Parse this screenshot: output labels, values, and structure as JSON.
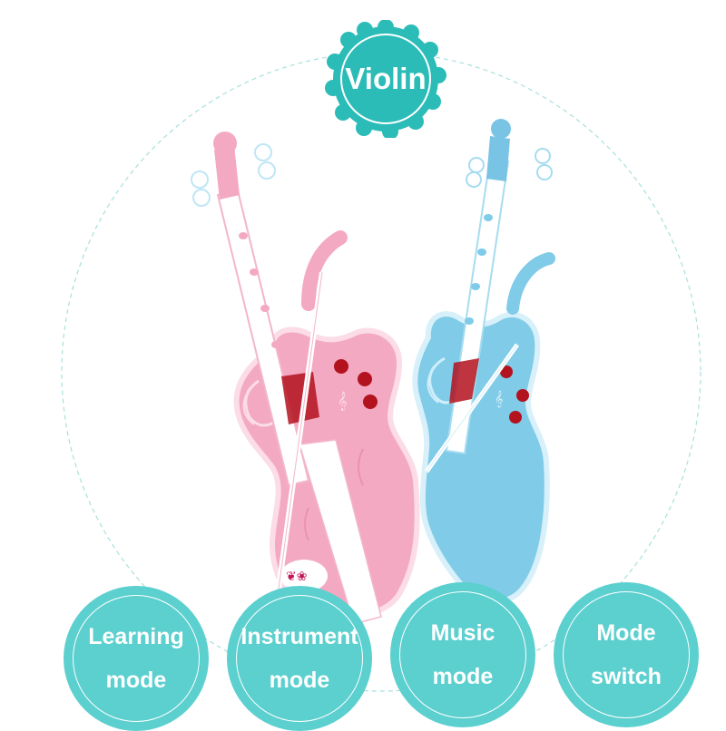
{
  "title_badge": {
    "label": "Violin",
    "color": "#2bbcb8"
  },
  "features": [
    {
      "line1": "Learning",
      "line2": "mode"
    },
    {
      "line1": "Instrument",
      "line2": "mode"
    },
    {
      "line1": "Music",
      "line2": "mode"
    },
    {
      "line1": "Mode",
      "line2": "switch"
    }
  ],
  "colors": {
    "feature_badge": "#5ccfcf",
    "dashed_outline": "#a8e0dd",
    "pink_violin": "#f4a9c3",
    "blue_violin": "#7fcbe8",
    "buttons_red": "#b3121f"
  },
  "products": [
    {
      "name": "pink-violin",
      "color": "pink"
    },
    {
      "name": "blue-violin",
      "color": "blue"
    }
  ]
}
